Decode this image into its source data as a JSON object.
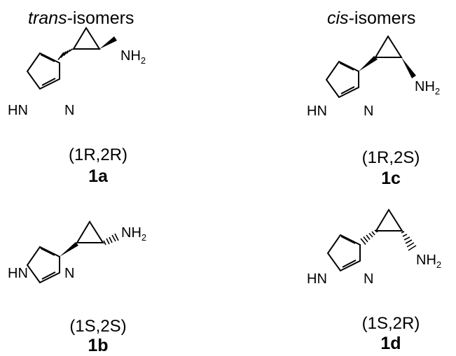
{
  "headers": {
    "trans": {
      "prefix": "trans",
      "suffix": "-isomers"
    },
    "cis": {
      "prefix": "cis",
      "suffix": "-isomers"
    }
  },
  "atoms": {
    "amine": "NH",
    "amine_subscript": "2",
    "ring_nh": "HN",
    "ring_n": "N"
  },
  "compounds": [
    {
      "id": "1a",
      "configuration": "(1R,2R)",
      "isomer": "trans"
    },
    {
      "id": "1b",
      "configuration": "(1S,2S)",
      "isomer": "trans"
    },
    {
      "id": "1c",
      "configuration": "(1R,2S)",
      "isomer": "cis"
    },
    {
      "id": "1d",
      "configuration": "(1S,2R)",
      "isomer": "cis"
    }
  ],
  "colors": {
    "ink": "#000000",
    "background": "#ffffff"
  }
}
